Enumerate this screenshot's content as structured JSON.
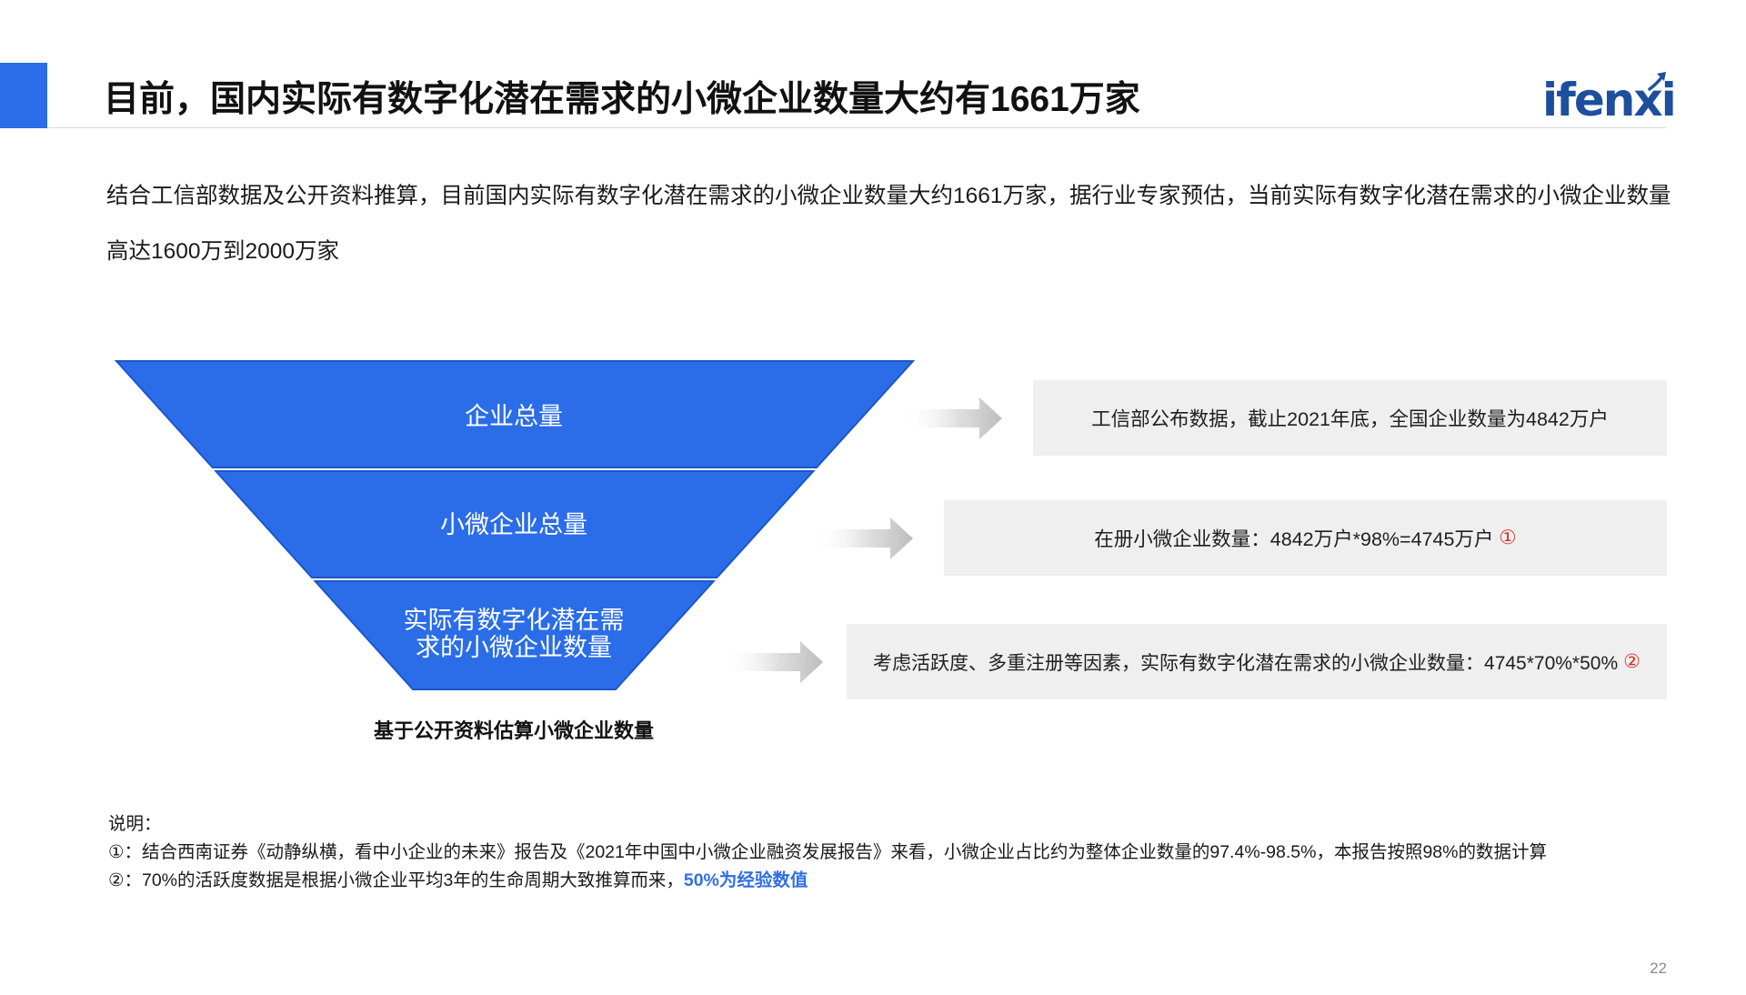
{
  "slide": {
    "title": "目前，国内实际有数字化潜在需求的小微企业数量大约有1661万家",
    "logo_text": "ifenxi",
    "intro": "结合工信部数据及公开资料推算，目前国内实际有数字化潜在需求的小微企业数量大约1661万家，据行业专家预估，当前实际有数字化潜在需求的小微企业数量高达1600万到2000万家",
    "page_number": "22"
  },
  "funnel": {
    "levels": [
      {
        "label": "企业总量"
      },
      {
        "label": "小微企业总量"
      },
      {
        "label": "实际有数字化潜在需求的小微企业数量"
      }
    ],
    "caption": "基于公开资料估算小微企业数量"
  },
  "details": [
    {
      "text": "工信部公布数据，截止2021年底，全国企业数量为4842万户"
    },
    {
      "text": "在册小微企业数量：4842万户*98%=4745万户",
      "marker": "①"
    },
    {
      "text": "考虑活跃度、多重注册等因素，实际有数字化潜在需求的小微企业数量：4745*70%*50%",
      "marker": "②"
    }
  ],
  "notes": {
    "heading": "说明：",
    "items": [
      {
        "text": "①：结合西南证券《动静纵横，看中小企业的未来》报告及《2021年中国中小微企业融资发展报告》来看，小微企业占比约为整体企业数量的97.4%-98.5%，本报告按照98%的数据计算"
      },
      {
        "text": "②：70%的活跃度数据是根据小微企业平均3年的生命周期大致推算而来，",
        "highlight": "50%为经验数值"
      }
    ]
  },
  "icons": {
    "logo_mark": "arrow-up-right-icon",
    "flow_arrow": "right-arrow-icon"
  },
  "colors": {
    "accent": "#2b6de8",
    "logo": "#1d4f9e",
    "marker": "#d7322b",
    "box": "#efefef",
    "highlight": "#2f6fe6"
  }
}
